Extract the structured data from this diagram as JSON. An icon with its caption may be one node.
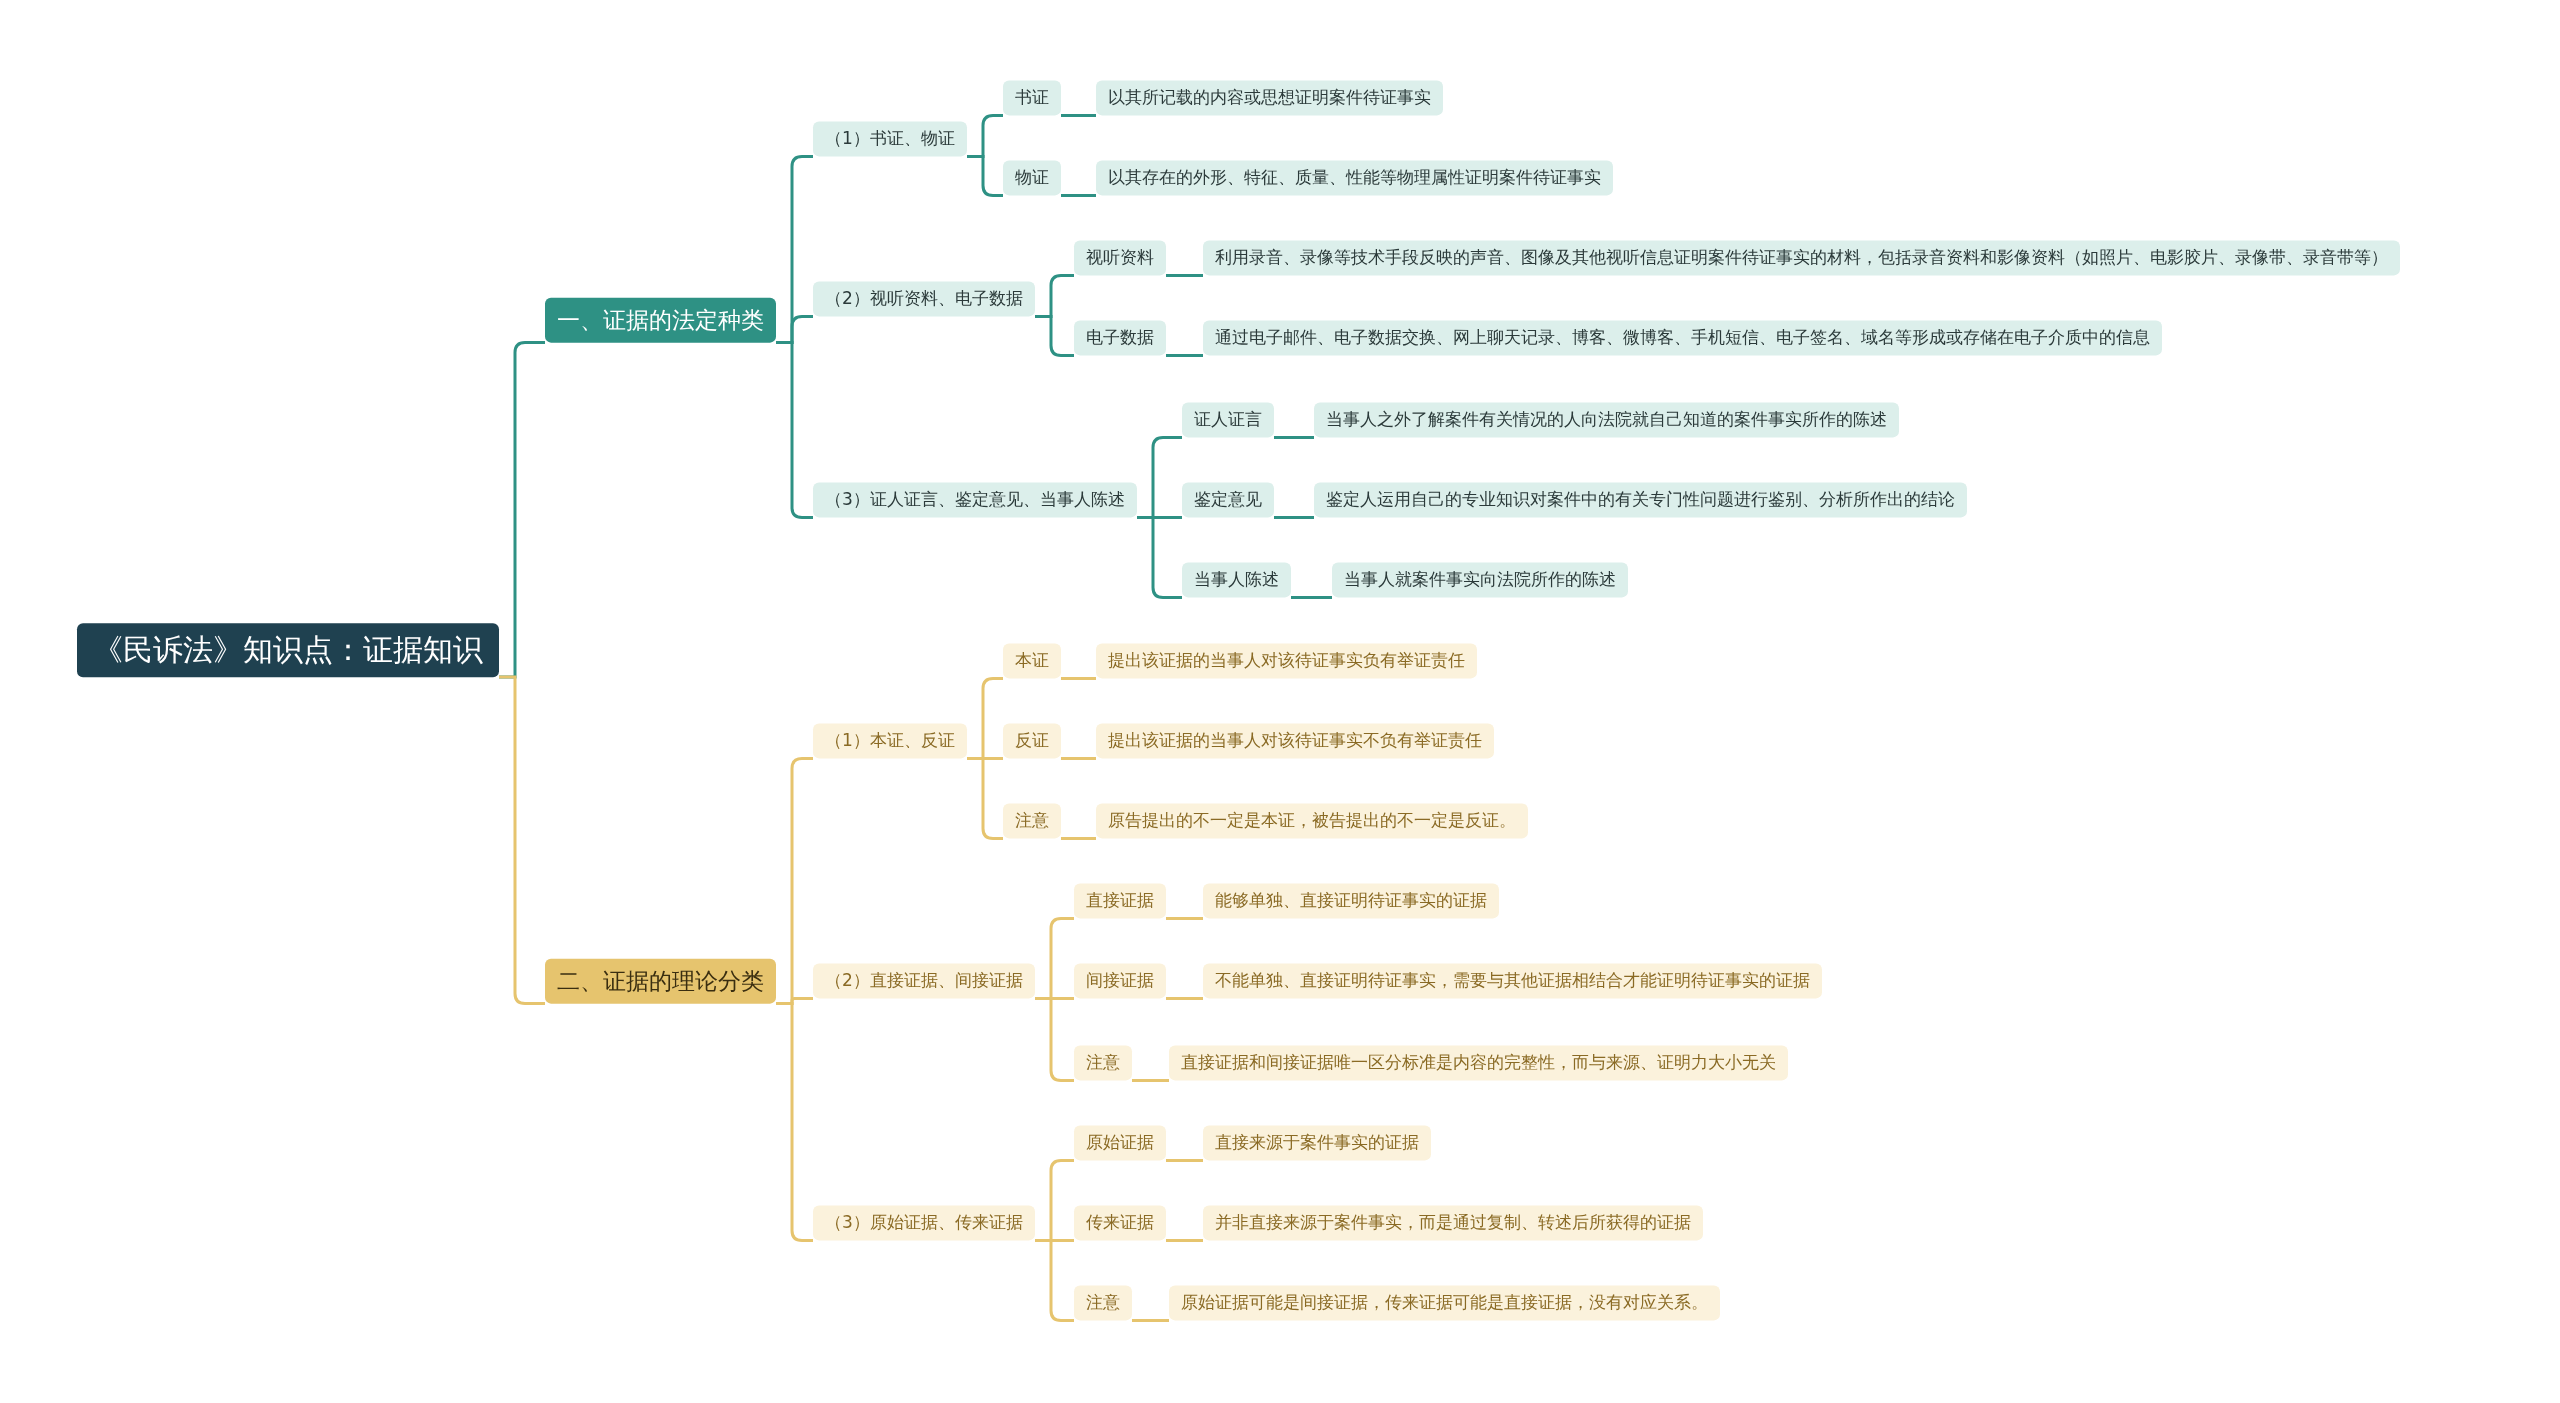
{
  "diagram": {
    "nodes": [
      {
        "text": [
          "《民诉法》知识点：证据知识"
        ]
      },
      {
        "text": [
          "一、证据的法定种类"
        ]
      },
      {
        "text": [
          "（1）书证、物证"
        ]
      },
      {
        "text": [
          "书证"
        ]
      },
      {
        "text": [
          "以其所记载的内容或思想证明案件待证事实"
        ]
      },
      {
        "text": [
          "物证"
        ]
      },
      {
        "text": [
          "以其存在的外形、特征、质量、性能等物理属性证明案件待证事实"
        ]
      },
      {
        "text": [
          "（2）视听资料、电子数据"
        ]
      },
      {
        "text": [
          "视听资料"
        ]
      },
      {
        "text": [
          "利用录音、录像等技术手段反映的声音、图像及其他视听信息证明案件待证事实的材料，包括录音资料和影像资料（如照片、电影胶片、录像带、录音带等）"
        ]
      },
      {
        "text": [
          "电子数据"
        ]
      },
      {
        "text": [
          "通过电子邮件、电子数据交换、网上聊天记录、博客、微博客、手机短信、电子签名、域名等形成或存储在电子介质中的信息"
        ]
      },
      {
        "text": [
          "（3）证人证言、鉴定意见、当事人陈述"
        ]
      },
      {
        "text": [
          "证人证言"
        ]
      },
      {
        "text": [
          "当事人之外了解案件有关情况的人向法院就自己知道的案件事实所作的陈述"
        ]
      },
      {
        "text": [
          "鉴定意见"
        ]
      },
      {
        "text": [
          "鉴定人运用自己的专业知识对案件中的有关专门性问题进行鉴别、分析所作出的结论"
        ]
      },
      {
        "text": [
          "当事人陈述"
        ]
      },
      {
        "text": [
          "当事人就案件事实向法院所作的陈述"
        ]
      },
      {
        "text": [
          "二、证据的理论分类"
        ]
      },
      {
        "text": [
          "（1）本证、反证"
        ]
      },
      {
        "text": [
          "本证"
        ]
      },
      {
        "text": [
          "提出该证据的当事人对该待证事实负有举证责任"
        ]
      },
      {
        "text": [
          "反证"
        ]
      },
      {
        "text": [
          "提出该证据的当事人对该待证事实不负有举证责任"
        ]
      },
      {
        "text": [
          "注意"
        ]
      },
      {
        "text": [
          "原告提出的不一定是本证，被告提出的不一定是反证。"
        ]
      },
      {
        "text": [
          "（2）直接证据、间接证据"
        ]
      },
      {
        "text": [
          "直接证据"
        ]
      },
      {
        "text": [
          "能够单独、直接证明待证事实的证据"
        ]
      },
      {
        "text": [
          "间接证据"
        ]
      },
      {
        "text": [
          "不能单独、直接证明待证事实，需要与其他证据相结合才能证明待证事实的证据"
        ]
      },
      {
        "text": [
          "注意"
        ]
      },
      {
        "text": [
          "直接证据和间接证据唯一区分标准是内容的完整性，而与来源、证明力大小无关"
        ]
      },
      {
        "text": [
          "（3）原始证据、传来证据"
        ]
      },
      {
        "text": [
          "原始证据"
        ]
      },
      {
        "text": [
          "直接来源于案件事实的证据"
        ]
      },
      {
        "text": [
          "传来证据"
        ]
      },
      {
        "text": [
          "并非直接来源于案件事实，而是通过复制、转述后所获得的证据"
        ]
      },
      {
        "text": [
          "注意"
        ]
      },
      {
        "text": [
          "原始证据可能是间接证据，传来证据可能是直接证据，没有对应关系。"
        ]
      }
    ],
    "edges": [
      {
        "from": 0,
        "to": 1,
        "arrow": "none",
        "color": "#2e9184"
      },
      {
        "from": 1,
        "to": 2,
        "arrow": "none",
        "color": "#2e9184"
      },
      {
        "from": 2,
        "to": 3,
        "arrow": "none",
        "color": "#2e9184"
      },
      {
        "from": 3,
        "to": 4,
        "arrow": "none",
        "color": "#2e9184"
      },
      {
        "from": 2,
        "to": 5,
        "arrow": "none",
        "color": "#2e9184"
      },
      {
        "from": 5,
        "to": 6,
        "arrow": "none",
        "color": "#2e9184"
      },
      {
        "from": 1,
        "to": 7,
        "arrow": "none",
        "color": "#2e9184"
      },
      {
        "from": 7,
        "to": 8,
        "arrow": "none",
        "color": "#2e9184"
      },
      {
        "from": 8,
        "to": 9,
        "arrow": "none",
        "color": "#2e9184"
      },
      {
        "from": 7,
        "to": 10,
        "arrow": "none",
        "color": "#2e9184"
      },
      {
        "from": 10,
        "to": 11,
        "arrow": "none",
        "color": "#2e9184"
      },
      {
        "from": 1,
        "to": 12,
        "arrow": "none",
        "color": "#2e9184"
      },
      {
        "from": 12,
        "to": 13,
        "arrow": "none",
        "color": "#2e9184"
      },
      {
        "from": 13,
        "to": 14,
        "arrow": "none",
        "color": "#2e9184"
      },
      {
        "from": 12,
        "to": 15,
        "arrow": "none",
        "color": "#2e9184"
      },
      {
        "from": 15,
        "to": 16,
        "arrow": "none",
        "color": "#2e9184"
      },
      {
        "from": 12,
        "to": 17,
        "arrow": "none",
        "color": "#2e9184"
      },
      {
        "from": 17,
        "to": 18,
        "arrow": "none",
        "color": "#2e9184"
      },
      {
        "from": 0,
        "to": 19,
        "arrow": "none",
        "color": "#e6c46e"
      },
      {
        "from": 19,
        "to": 20,
        "arrow": "none",
        "color": "#e6c46e"
      },
      {
        "from": 20,
        "to": 21,
        "arrow": "none",
        "color": "#e6c46e"
      },
      {
        "from": 21,
        "to": 22,
        "arrow": "none",
        "color": "#e6c46e"
      },
      {
        "from": 20,
        "to": 23,
        "arrow": "none",
        "color": "#e6c46e"
      },
      {
        "from": 23,
        "to": 24,
        "arrow": "none",
        "color": "#e6c46e"
      },
      {
        "from": 20,
        "to": 25,
        "arrow": "none",
        "color": "#e6c46e"
      },
      {
        "from": 25,
        "to": 26,
        "arrow": "none",
        "color": "#e6c46e"
      },
      {
        "from": 19,
        "to": 27,
        "arrow": "none",
        "color": "#e6c46e"
      },
      {
        "from": 27,
        "to": 28,
        "arrow": "none",
        "color": "#e6c46e"
      },
      {
        "from": 28,
        "to": 29,
        "arrow": "none",
        "color": "#e6c46e"
      },
      {
        "from": 27,
        "to": 30,
        "arrow": "none",
        "color": "#e6c46e"
      },
      {
        "from": 30,
        "to": 31,
        "arrow": "none",
        "color": "#e6c46e"
      },
      {
        "from": 27,
        "to": 32,
        "arrow": "none",
        "color": "#e6c46e"
      },
      {
        "from": 32,
        "to": 33,
        "arrow": "none",
        "color": "#e6c46e"
      },
      {
        "from": 19,
        "to": 34,
        "arrow": "none",
        "color": "#e6c46e"
      },
      {
        "from": 34,
        "to": 35,
        "arrow": "none",
        "color": "#e6c46e"
      },
      {
        "from": 35,
        "to": 36,
        "arrow": "none",
        "color": "#e6c46e"
      },
      {
        "from": 34,
        "to": 37,
        "arrow": "none",
        "color": "#e6c46e"
      },
      {
        "from": 37,
        "to": 38,
        "arrow": "none",
        "color": "#e6c46e"
      },
      {
        "from": 34,
        "to": 39,
        "arrow": "none",
        "color": "#e6c46e"
      },
      {
        "from": 39,
        "to": 40,
        "arrow": "none",
        "color": "#e6c46e"
      }
    ]
  }
}
